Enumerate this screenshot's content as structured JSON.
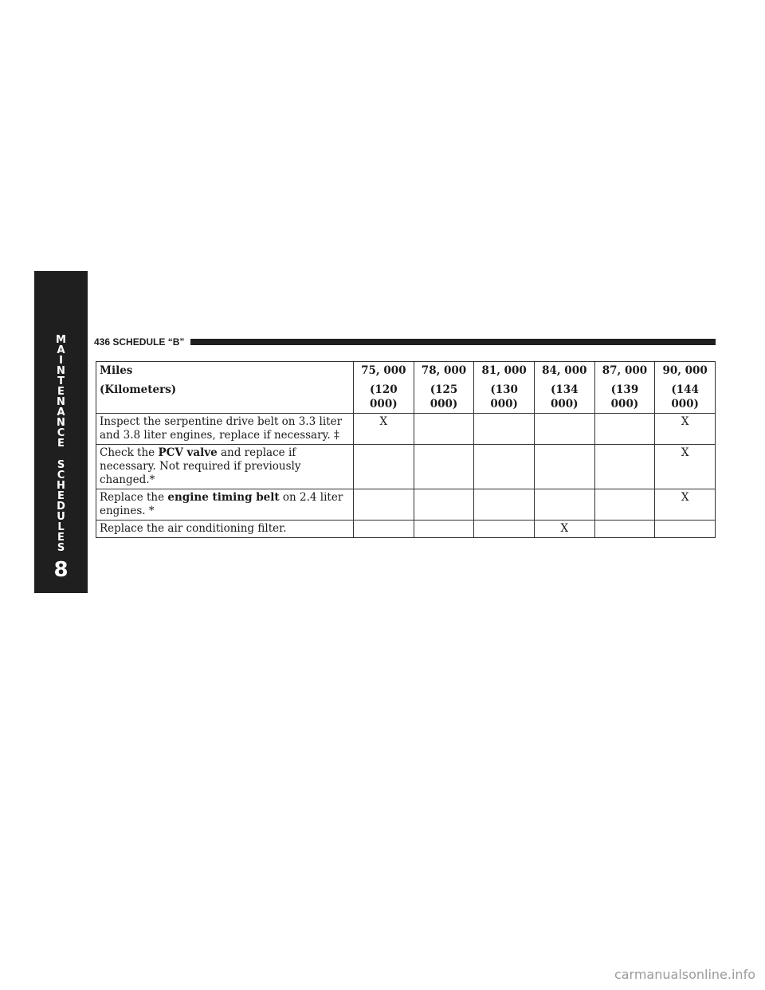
{
  "side_tab": {
    "letters": [
      "M",
      "A",
      "I",
      "N",
      "T",
      "E",
      "N",
      "A",
      "N",
      "C",
      "E",
      "",
      "S",
      "C",
      "H",
      "E",
      "D",
      "U",
      "L",
      "E",
      "S"
    ],
    "chapter_number": "8"
  },
  "header": {
    "page_label": "436   SCHEDULE “B”"
  },
  "table": {
    "row_label_line1": "Miles",
    "row_label_line2": "(Kilometers)",
    "columns": [
      {
        "miles": "75, 000",
        "km": "(120 000)"
      },
      {
        "miles": "78, 000",
        "km": "(125 000)"
      },
      {
        "miles": "81, 000",
        "km": "(130 000)"
      },
      {
        "miles": "84, 000",
        "km": "(134 000)"
      },
      {
        "miles": "87, 000",
        "km": "(139 000)"
      },
      {
        "miles": "90, 000",
        "km": "(144 000)"
      }
    ],
    "rows": [
      {
        "text_before": "Inspect the serpentine drive belt on 3.3 liter and 3.8 liter engines, replace if necessary. ‡",
        "bold": "",
        "text_after": "",
        "marks": [
          "X",
          "",
          "",
          "",
          "",
          "X"
        ]
      },
      {
        "text_before": "Check the ",
        "bold": "PCV valve",
        "text_after": " and replace if necessary. Not required if previously changed.*",
        "marks": [
          "",
          "",
          "",
          "",
          "",
          "X"
        ]
      },
      {
        "text_before": "Replace the ",
        "bold": "engine timing belt",
        "text_after": " on 2.4 liter engines. *",
        "marks": [
          "",
          "",
          "",
          "",
          "",
          "X"
        ]
      },
      {
        "text_before": "Replace the air conditioning filter.",
        "bold": "",
        "text_after": "",
        "marks": [
          "",
          "",
          "",
          "X",
          "",
          ""
        ]
      }
    ]
  },
  "watermark": "carmanualsonline.info"
}
